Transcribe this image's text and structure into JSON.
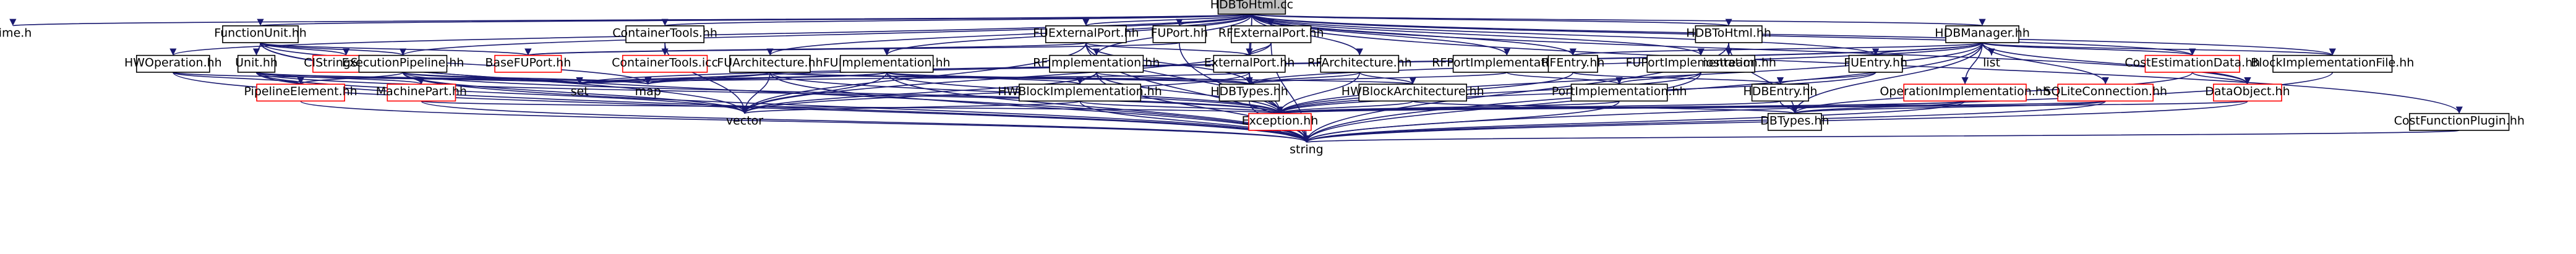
{
  "colors": {
    "edge": "#191970",
    "box_fill": "#ffffff",
    "box_stroke": "#000000",
    "root_fill": "#bfbfbf",
    "root_stroke": "#000000",
    "missing_stroke": "#ff0000",
    "plain_fill": "#ffffff",
    "text": "#000000"
  },
  "nodes": [
    {
      "id": "root",
      "label": "HDBToHtml.cc",
      "style": "root"
    },
    {
      "id": "time",
      "label": "time.h",
      "style": "plain"
    },
    {
      "id": "fu",
      "label": "FunctionUnit.hh",
      "style": "box"
    },
    {
      "id": "ct",
      "label": "ContainerTools.hh",
      "style": "box"
    },
    {
      "id": "fuext",
      "label": "FUExternalPort.hh",
      "style": "box"
    },
    {
      "id": "fuport",
      "label": "FUPort.hh",
      "style": "box"
    },
    {
      "id": "rfext",
      "label": "RFExternalPort.hh",
      "style": "box"
    },
    {
      "id": "h2h",
      "label": "HDBToHtml.hh",
      "style": "box"
    },
    {
      "id": "hdbm",
      "label": "HDBManager.hh",
      "style": "box"
    },
    {
      "id": "hwop",
      "label": "HWOperation.hh",
      "style": "box"
    },
    {
      "id": "unit",
      "label": "Unit.hh",
      "style": "box"
    },
    {
      "id": "cis",
      "label": "CIStringSet.hh",
      "style": "missing"
    },
    {
      "id": "exp",
      "label": "ExecutionPipeline.hh",
      "style": "box"
    },
    {
      "id": "bfu",
      "label": "BaseFUPort.hh",
      "style": "missing"
    },
    {
      "id": "cticc",
      "label": "ContainerTools.icc",
      "style": "missing"
    },
    {
      "id": "fua",
      "label": "FUArchitecture.hh",
      "style": "box"
    },
    {
      "id": "fui",
      "label": "FUImplementation.hh",
      "style": "box"
    },
    {
      "id": "rfi",
      "label": "RFImplementation.hh",
      "style": "box"
    },
    {
      "id": "extp",
      "label": "ExternalPort.hh",
      "style": "box"
    },
    {
      "id": "rfa",
      "label": "RFArchitecture.hh",
      "style": "box"
    },
    {
      "id": "rfpi",
      "label": "RFPortImplementation.hh",
      "style": "box"
    },
    {
      "id": "rfe",
      "label": "RFEntry.hh",
      "style": "box"
    },
    {
      "id": "fupi",
      "label": "FUPortImplementation.hh",
      "style": "box"
    },
    {
      "id": "iostream",
      "label": "iostream",
      "style": "plain"
    },
    {
      "id": "fue",
      "label": "FUEntry.hh",
      "style": "box"
    },
    {
      "id": "list",
      "label": "list",
      "style": "plain"
    },
    {
      "id": "ced",
      "label": "CostEstimationData.hh",
      "style": "missing"
    },
    {
      "id": "bif",
      "label": "BlockImplementationFile.hh",
      "style": "box"
    },
    {
      "id": "pe",
      "label": "PipelineElement.hh",
      "style": "missing"
    },
    {
      "id": "mp",
      "label": "MachinePart.hh",
      "style": "missing"
    },
    {
      "id": "set",
      "label": "set",
      "style": "plain"
    },
    {
      "id": "map",
      "label": "map",
      "style": "plain"
    },
    {
      "id": "hwbi",
      "label": "HWBlockImplementation.hh",
      "style": "box"
    },
    {
      "id": "hdbt",
      "label": "HDBTypes.hh",
      "style": "box"
    },
    {
      "id": "hwba",
      "label": "HWBlockArchitecture.hh",
      "style": "box"
    },
    {
      "id": "pi",
      "label": "PortImplementation.hh",
      "style": "box"
    },
    {
      "id": "hdbe",
      "label": "HDBEntry.hh",
      "style": "box"
    },
    {
      "id": "opi",
      "label": "OperationImplementation.hh",
      "style": "missing"
    },
    {
      "id": "sqlc",
      "label": "SQLiteConnection.hh",
      "style": "missing"
    },
    {
      "id": "dobj",
      "label": "DataObject.hh",
      "style": "missing"
    },
    {
      "id": "vector",
      "label": "vector",
      "style": "plain"
    },
    {
      "id": "exc",
      "label": "Exception.hh",
      "style": "missing"
    },
    {
      "id": "dbt",
      "label": "DBTypes.hh",
      "style": "box"
    },
    {
      "id": "cfp",
      "label": "CostFunctionPlugin.hh",
      "style": "box"
    },
    {
      "id": "string",
      "label": "string",
      "style": "plain"
    }
  ],
  "edges": [
    [
      "root",
      "time"
    ],
    [
      "root",
      "fu"
    ],
    [
      "root",
      "ct"
    ],
    [
      "root",
      "fuext"
    ],
    [
      "root",
      "fuport"
    ],
    [
      "root",
      "rfext"
    ],
    [
      "root",
      "h2h"
    ],
    [
      "root",
      "hdbm"
    ],
    [
      "root",
      "hwop"
    ],
    [
      "root",
      "exp"
    ],
    [
      "root",
      "fua"
    ],
    [
      "root",
      "fui"
    ],
    [
      "root",
      "rfi"
    ],
    [
      "root",
      "extp"
    ],
    [
      "root",
      "rfa"
    ],
    [
      "root",
      "rfpi"
    ],
    [
      "root",
      "rfe"
    ],
    [
      "root",
      "fupi"
    ],
    [
      "root",
      "fue"
    ],
    [
      "root",
      "ced"
    ],
    [
      "root",
      "bif"
    ],
    [
      "root",
      "dobj"
    ],
    [
      "root",
      "cfp"
    ],
    [
      "root",
      "hdbt"
    ],
    [
      "fu",
      "unit"
    ],
    [
      "fu",
      "cis"
    ],
    [
      "fu",
      "exp"
    ],
    [
      "fu",
      "bfu"
    ],
    [
      "fu",
      "vector"
    ],
    [
      "fu",
      "string"
    ],
    [
      "fu",
      "map"
    ],
    [
      "ct",
      "cticc"
    ],
    [
      "ct",
      "vector"
    ],
    [
      "fuext",
      "bfu"
    ],
    [
      "fuext",
      "extp"
    ],
    [
      "fuext",
      "hdbt"
    ],
    [
      "fuext",
      "exc"
    ],
    [
      "fuext",
      "vector"
    ],
    [
      "fuext",
      "string"
    ],
    [
      "fuport",
      "bfu"
    ],
    [
      "fuport",
      "string"
    ],
    [
      "rfext",
      "extp"
    ],
    [
      "rfext",
      "vector"
    ],
    [
      "rfext",
      "string"
    ],
    [
      "h2h",
      "iostream"
    ],
    [
      "h2h",
      "dbt"
    ],
    [
      "h2h",
      "string"
    ],
    [
      "hdbm",
      "list"
    ],
    [
      "hdbm",
      "set"
    ],
    [
      "hdbm",
      "ced"
    ],
    [
      "hdbm",
      "bif"
    ],
    [
      "hdbm",
      "hdbt"
    ],
    [
      "hdbm",
      "dbt"
    ],
    [
      "hdbm",
      "sqlc"
    ],
    [
      "hdbm",
      "dobj"
    ],
    [
      "hdbm",
      "opi"
    ],
    [
      "hdbm",
      "fue"
    ],
    [
      "hdbm",
      "rfe"
    ],
    [
      "hdbm",
      "exc"
    ],
    [
      "hdbm",
      "string"
    ],
    [
      "hdbm",
      "map"
    ],
    [
      "hwop",
      "pe"
    ],
    [
      "hwop",
      "set"
    ],
    [
      "hwop",
      "string"
    ],
    [
      "unit",
      "mp"
    ],
    [
      "unit",
      "set"
    ],
    [
      "unit",
      "vector"
    ],
    [
      "unit",
      "string"
    ],
    [
      "unit",
      "map"
    ],
    [
      "unit",
      "exc"
    ],
    [
      "exp",
      "pe"
    ],
    [
      "exp",
      "mp"
    ],
    [
      "exp",
      "set"
    ],
    [
      "exp",
      "map"
    ],
    [
      "exp",
      "exc"
    ],
    [
      "exp",
      "vector"
    ],
    [
      "exp",
      "string"
    ],
    [
      "fua",
      "hwba"
    ],
    [
      "fua",
      "hdbt"
    ],
    [
      "fua",
      "exc"
    ],
    [
      "fua",
      "set"
    ],
    [
      "fua",
      "map"
    ],
    [
      "fua",
      "vector"
    ],
    [
      "fua",
      "string"
    ],
    [
      "fui",
      "hwbi"
    ],
    [
      "fui",
      "hdbt"
    ],
    [
      "fui",
      "exc"
    ],
    [
      "fui",
      "vector"
    ],
    [
      "fui",
      "string"
    ],
    [
      "fui",
      "map"
    ],
    [
      "fui",
      "set"
    ],
    [
      "rfi",
      "hwbi"
    ],
    [
      "rfi",
      "hdbt"
    ],
    [
      "rfi",
      "exc"
    ],
    [
      "rfi",
      "vector"
    ],
    [
      "rfi",
      "string"
    ],
    [
      "extp",
      "hdbt"
    ],
    [
      "extp",
      "exc"
    ],
    [
      "extp",
      "vector"
    ],
    [
      "extp",
      "string"
    ],
    [
      "extp",
      "set"
    ],
    [
      "rfa",
      "hwba"
    ],
    [
      "rfa",
      "hdbt"
    ],
    [
      "rfa",
      "exc"
    ],
    [
      "rfpi",
      "pi"
    ],
    [
      "rfpi",
      "hdbt"
    ],
    [
      "rfe",
      "hdbe"
    ],
    [
      "rfe",
      "exc"
    ],
    [
      "fupi",
      "pi"
    ],
    [
      "fupi",
      "exc"
    ],
    [
      "fupi",
      "string"
    ],
    [
      "fue",
      "hdbe"
    ],
    [
      "fue",
      "exc"
    ],
    [
      "ced",
      "dobj"
    ],
    [
      "ced",
      "dbt"
    ],
    [
      "bif",
      "string"
    ],
    [
      "cfp",
      "string"
    ],
    [
      "pe",
      "string"
    ],
    [
      "mp",
      "string"
    ],
    [
      "mp",
      "exc"
    ],
    [
      "hwbi",
      "exc"
    ],
    [
      "hwbi",
      "vector"
    ],
    [
      "hwbi",
      "string"
    ],
    [
      "hdbt",
      "string"
    ],
    [
      "hwba",
      "exc"
    ],
    [
      "hwba",
      "dbt"
    ],
    [
      "pi",
      "exc"
    ],
    [
      "pi",
      "string"
    ],
    [
      "hdbe",
      "exc"
    ],
    [
      "hdbe",
      "dbt"
    ],
    [
      "opi",
      "exc"
    ],
    [
      "opi",
      "string"
    ],
    [
      "opi",
      "dbt"
    ],
    [
      "sqlc",
      "exc"
    ],
    [
      "sqlc",
      "dbt"
    ],
    [
      "sqlc",
      "string"
    ],
    [
      "dobj",
      "exc"
    ],
    [
      "dobj",
      "string"
    ],
    [
      "exc",
      "string"
    ]
  ]
}
